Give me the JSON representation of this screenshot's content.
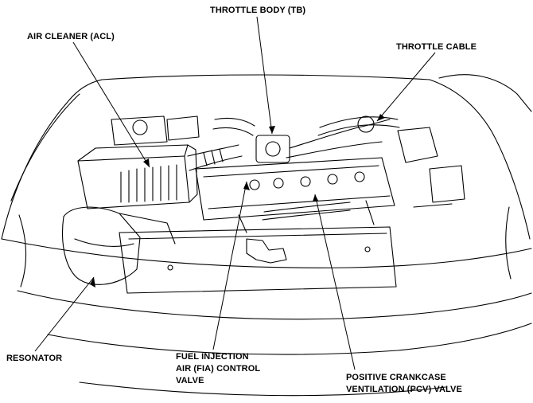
{
  "labels": {
    "throttle_body": "THROTTLE BODY (TB)",
    "air_cleaner": "AIR CLEANER (ACL)",
    "throttle_cable": "THROTTLE CABLE",
    "resonator": "RESONATOR",
    "fia_line1": "FUEL INJECTION",
    "fia_line2": "AIR (FIA) CONTROL",
    "fia_line3": "VALVE",
    "pcv_line1": "POSITIVE CRANKCASE",
    "pcv_line2": "VENTILATION (PCV) VALVE"
  }
}
